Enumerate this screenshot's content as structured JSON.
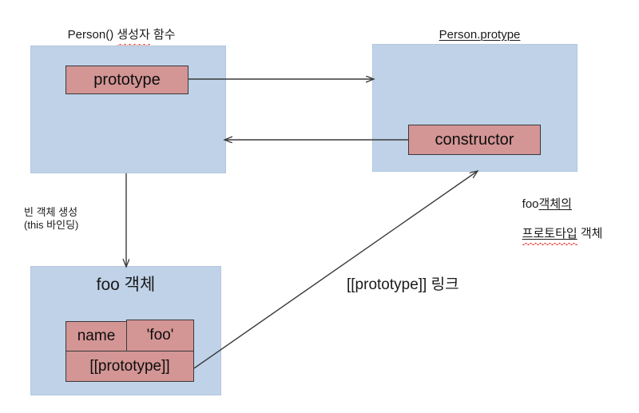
{
  "diagram": {
    "title_left": "Person() 생성자 함수",
    "title_left_plain": "Person() ",
    "title_left_marked": "생성자",
    "title_left_tail": " 함수",
    "title_right": "Person.protype",
    "note_left_line1": "빈 객체 생성",
    "note_left_line2": "(this 바인딩)",
    "note_foo_line1_head": "foo",
    "note_foo_line1_marked": "객체의",
    "note_foo_line2_marked": "프로토타입",
    "note_foo_line2_tail": " 객체",
    "link_label": "[[prototype]] 링크"
  },
  "boxes": {
    "person_function": {
      "label": "Person() 생성자 함수",
      "properties": [
        {
          "name": "prototype",
          "label": "prototype"
        }
      ]
    },
    "person_prototype": {
      "label": "Person.protype",
      "properties": [
        {
          "name": "constructor",
          "label": "constructor"
        }
      ]
    },
    "foo_object": {
      "title": "foo 객체",
      "rows": [
        {
          "key": "name",
          "value": "'foo'"
        },
        {
          "key": "[[prototype]]",
          "value": ""
        }
      ]
    }
  },
  "arrows": [
    {
      "name": "prototype-to-prototype-object",
      "from": "prototype",
      "to": "Person.protype"
    },
    {
      "name": "constructor-to-person-function",
      "from": "constructor",
      "to": "Person() 생성자 함수"
    },
    {
      "name": "person-function-to-foo-object",
      "from": "Person() 생성자 함수",
      "to": "foo 객체"
    },
    {
      "name": "foo-prototype-link",
      "from": "[[prototype]]",
      "to": "Person.protype"
    }
  ],
  "colors": {
    "object_fill": "#bfd2e8",
    "property_fill": "#d49595",
    "arrow_stroke": "#3a3a3a",
    "spellcheck_underline": "#e8463c"
  }
}
